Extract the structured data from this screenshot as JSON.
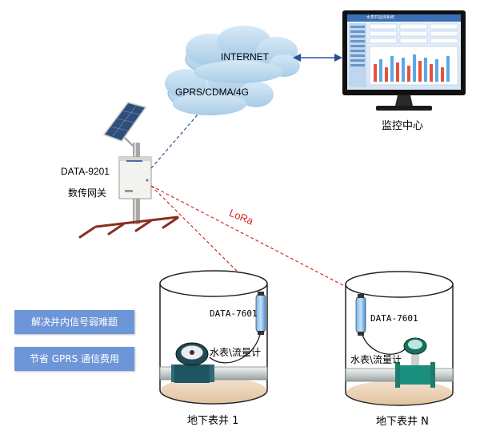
{
  "clouds": {
    "internet": "INTERNET",
    "gprs": "GPRS/CDMA/4G"
  },
  "monitor_center": {
    "label": "监控中心",
    "screen_title": "水表井监测系统"
  },
  "gateway": {
    "model": "DATA-9201",
    "name": "数传网关"
  },
  "link": {
    "lora": "LoRa"
  },
  "wells": [
    {
      "sensor_model": "DATA-7601",
      "meter_label": "水表\\流量计",
      "name": "地下表井 1"
    },
    {
      "sensor_model": "DATA-7601",
      "meter_label": "水表\\流量计",
      "name": "地下表井 N"
    }
  ],
  "callouts": [
    "解决井内信号弱难题",
    "节省 GPRS 通信费用"
  ],
  "colors": {
    "cloud": "#bcd9ef",
    "callout": "#6d96d8",
    "lora_line": "#d8292c",
    "uplink_line": "#2e4e9a",
    "ground": "#8a2e1e"
  }
}
